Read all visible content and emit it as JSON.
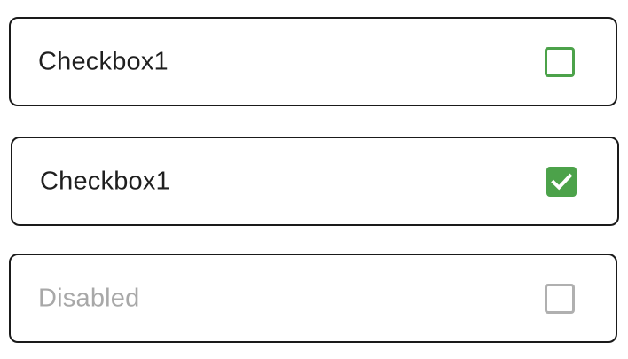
{
  "items": [
    {
      "label": "Checkbox1",
      "checked": false,
      "disabled": false
    },
    {
      "label": "Checkbox1",
      "checked": true,
      "disabled": false
    },
    {
      "label": "Disabled",
      "checked": false,
      "disabled": true
    }
  ],
  "colors": {
    "accent": "#4ca24a",
    "border": "#1a1a1a",
    "text": "#1f1f1f",
    "disabled_text": "#a8a8a8",
    "disabled_box": "#b0b0b0"
  },
  "icons": {
    "checkmark": "checkmark-icon"
  }
}
